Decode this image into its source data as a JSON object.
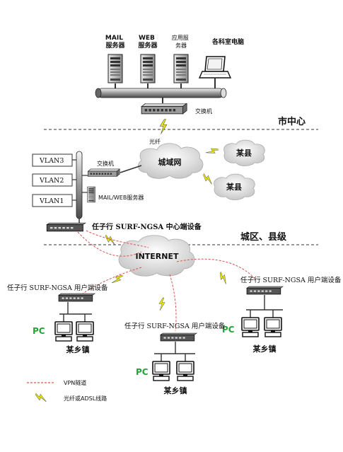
{
  "servers": {
    "mail": "MAIL\n服务器",
    "web": "WEB\n服务器",
    "app": "应用服\n务器",
    "office_pc": "各科室电脑"
  },
  "switch_top": "交换机",
  "city_center": "市中心",
  "fiber": "光纤",
  "city_net": "城域网",
  "county_a": "某县",
  "county_b": "某县",
  "vlans": [
    "VLAN3",
    "VLAN2",
    "VLAN1"
  ],
  "switch_left": "交换机",
  "mail_web_server": "MAIL/WEB服务器",
  "center_device": "任子行 SURF-NGSA 中心端设备",
  "district_level": "城区、县级",
  "internet": "INTERNET",
  "user_device_left": "任子行 SURF-NGSA 用户端设备",
  "user_device_right": "任子行 SURF-NGSA 用户端设备",
  "user_device_mid": "任子行 SURF-NGSA 用户端设备",
  "pc": "PC",
  "town_left": "某乡镇",
  "town_right": "某乡镇",
  "town_mid": "某乡镇",
  "legend": {
    "vpn": "VPN隧道",
    "link": "光纤或ADSL线路"
  },
  "colors": {
    "vpn": "#d9534f",
    "bolt": "#e8e800",
    "pc_label": "#23a23a"
  }
}
